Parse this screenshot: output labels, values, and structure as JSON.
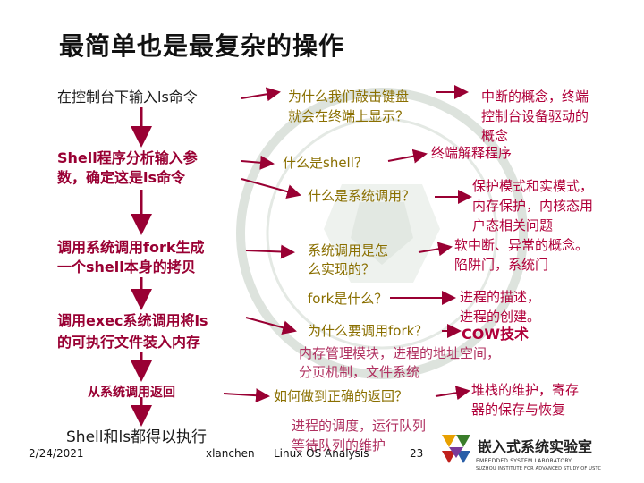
{
  "slide": {
    "title": "最简单也是最复杂的操作",
    "steps": [
      "在控制台下输入ls命令",
      "Shell程序分析输入参",
      "数，确定这是ls命令",
      "调用系统调用fork生成",
      "一个shell本身的拷贝",
      "调用exec系统调用将ls",
      "的可执行文件装入内存",
      "从系统调用返回",
      "Shell和ls都得以执行"
    ],
    "questions": {
      "keyboard_1": "为什么我们敲击键盘",
      "keyboard_2": "就会在终端上显示？",
      "what_shell": "什么是shell？",
      "what_syscall": "什么是系统调用？",
      "how_impl_1": "系统调用是怎",
      "how_impl_2": "么实现的？",
      "what_fork": "fork是什么？",
      "why_fork": "为什么要调用fork？",
      "how_return": "如何做到正确的返回？"
    },
    "answers": {
      "interrupt_1": "中断的概念，终端",
      "interrupt_2": "控制台设备驱动的",
      "interrupt_3": "概念",
      "terminal_interp": "终端解释程序",
      "protect_1": "保护模式和实模式，",
      "protect_2": "内存保护，内核态用",
      "protect_3": "户态相关问题",
      "softirq_1": "软中断、异常的概念。",
      "softirq_2": "陷阱门，系统门",
      "process_1": "进程的描述，",
      "process_2": "进程的创建。",
      "cow": "COW技术",
      "memmgmt": "内存管理模块，进程的地址空间，",
      "paging": "分页机制，文件系统",
      "stack_1": "堆栈的维护，寄存",
      "stack_2": "器的保存与恢复",
      "sched_1": "进程的调度，运行队列",
      "sched_2": "等待队列的维护"
    },
    "footer": {
      "date": "2/24/2021",
      "author": "xlanchen",
      "course": "Linux OS Analysis",
      "page": "23"
    },
    "logo": {
      "name": "嵌入式系统实验室",
      "subtitle": "EMBEDDED SYSTEM LABORATORY",
      "subtitle_2": "SUZHOU INSTITUTE FOR ADVANCED STUDY OF USTC"
    },
    "colors": {
      "steps": "#990033",
      "questions": "#8a6f00",
      "answers": "#b0003a",
      "arrows": "#990033"
    }
  }
}
